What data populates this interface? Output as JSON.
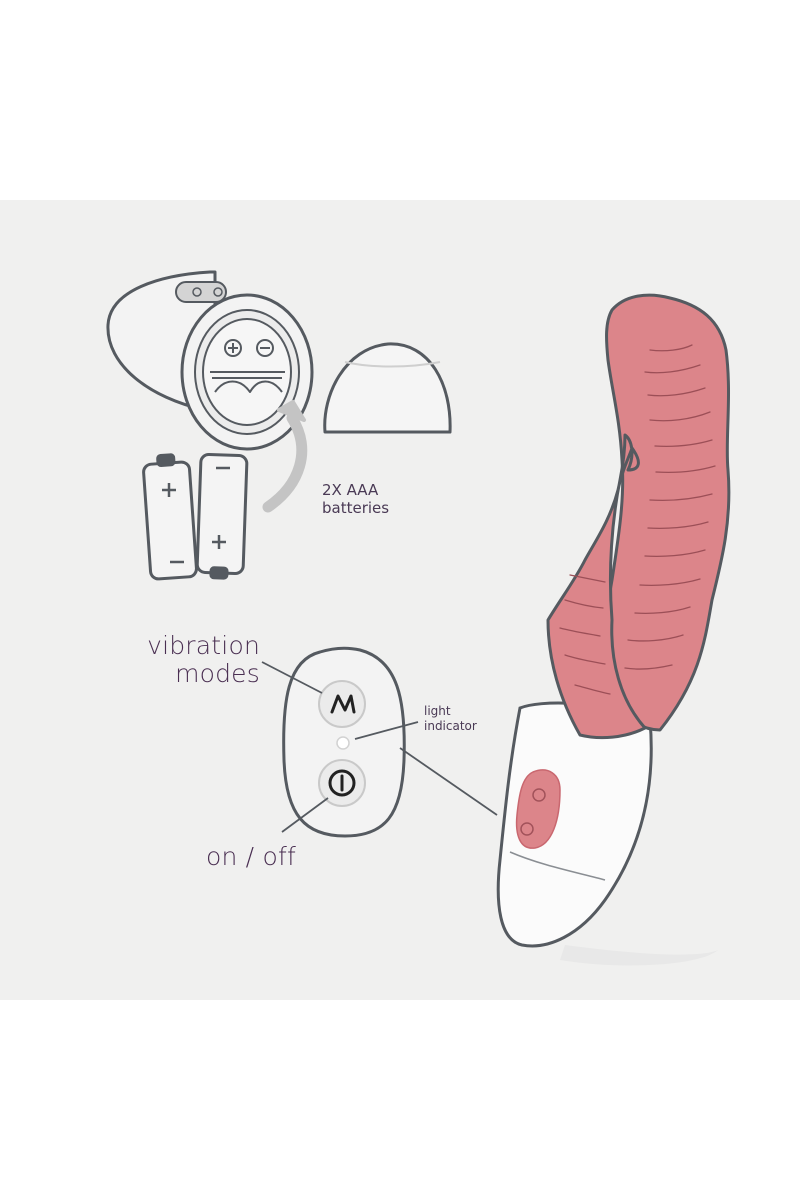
{
  "labels": {
    "batteries": {
      "line1": "2X AAA",
      "line2": "batteries"
    },
    "vibration": {
      "line1": "vibration",
      "line2": "modes"
    },
    "light": {
      "line1": "light",
      "line2": "indicator"
    },
    "power": "on / off"
  },
  "icons": {
    "battery_cell": "battery-icon",
    "vibration_wave": "wave-icon",
    "power": "power-icon",
    "plus": "plus-icon",
    "minus": "minus-icon",
    "arrow": "curved-arrow-icon"
  },
  "colors": {
    "outline": "#555a60",
    "product_pink": "#dc858a",
    "pink_dark": "#c9676f",
    "background": "#f0f0ef",
    "text": "#4a2f52",
    "device_fill": "#f3f3f3"
  }
}
